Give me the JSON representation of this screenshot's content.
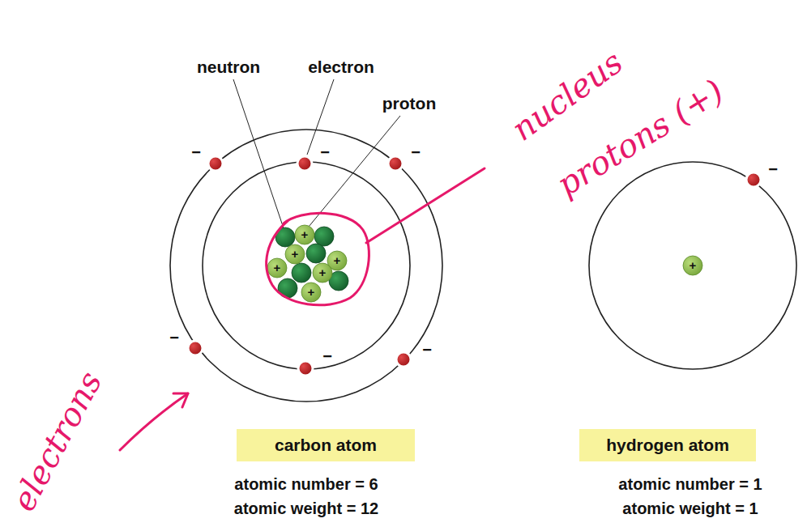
{
  "diagram": {
    "nodes": [
      {
        "text": [
          "carbon atom"
        ]
      },
      {
        "text": [
          "hydrogen atom"
        ]
      }
    ],
    "labels": [
      "neutron",
      "electron",
      "proton",
      "+",
      "+",
      "+",
      "+",
      "+",
      "+",
      "−",
      "−",
      "−",
      "−",
      "−",
      "−",
      "atomic number = 6",
      "atomic weight = 12",
      "−",
      "+",
      "atomic number = 1",
      "atomic weight = 1",
      "nucleus",
      "protons (+)",
      "electrons"
    ]
  }
}
